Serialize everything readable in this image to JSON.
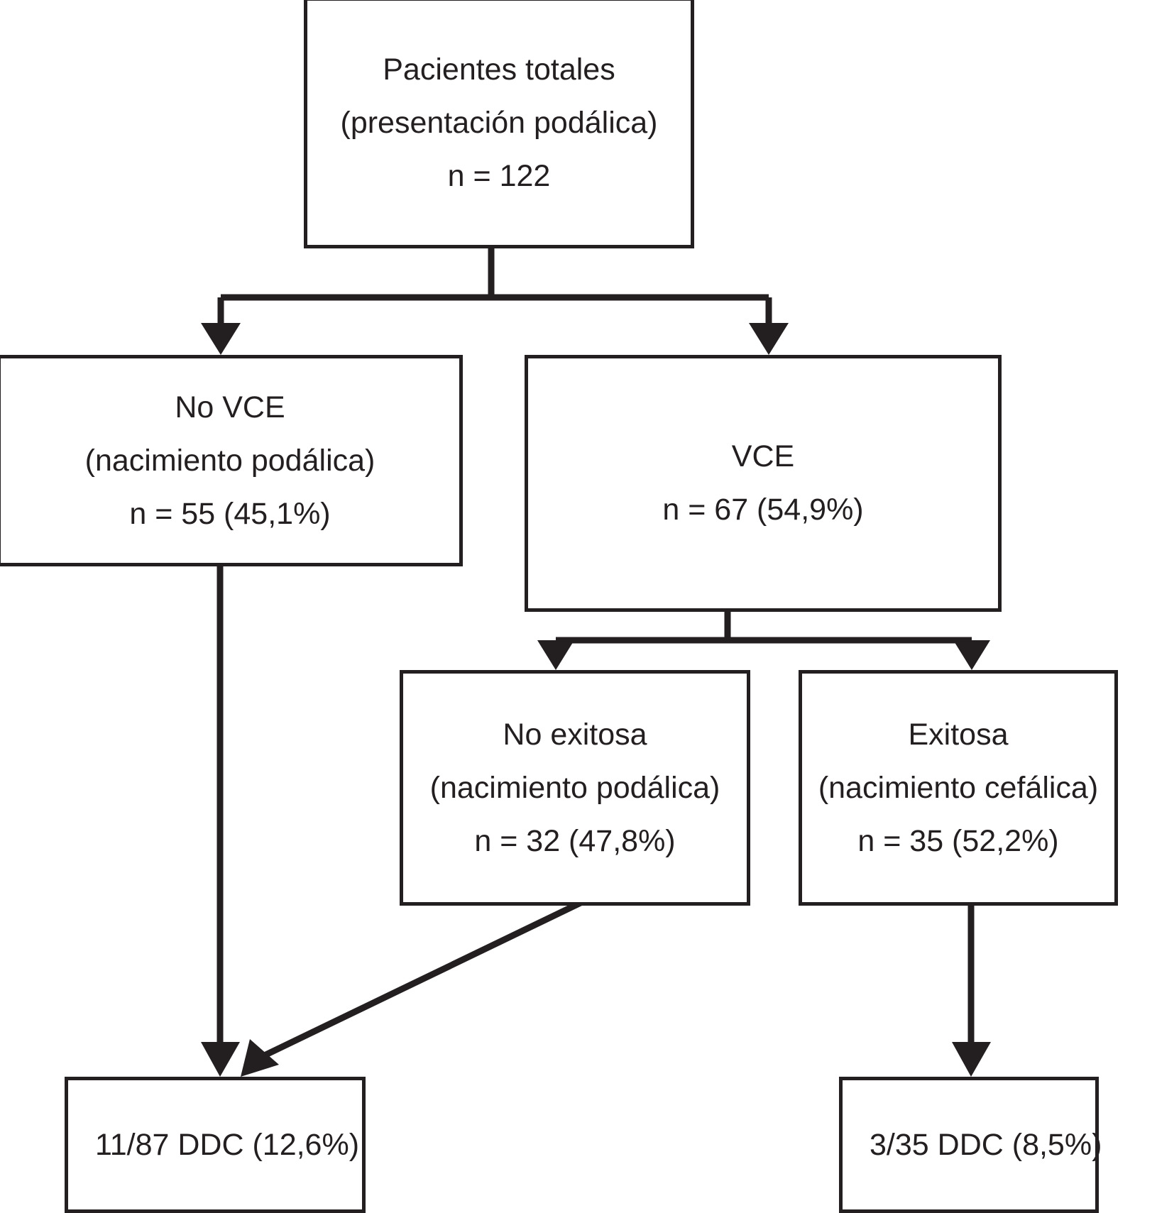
{
  "diagram": {
    "title": "Diagrama de flujo de pacientes con presentacion podalica",
    "type": "flowchart",
    "stroke_color": "#231f20",
    "background_color": "#ffffff",
    "nodes": [
      {
        "id": "total",
        "name": "pacientes-totales",
        "lines": [
          "Pacientes totales",
          "(presentación podálica)",
          "n = 122"
        ]
      },
      {
        "id": "no_vce",
        "name": "no-vce",
        "lines": [
          "No VCE",
          "(nacimiento podálica)",
          "n = 55 (45,1%)"
        ]
      },
      {
        "id": "vce",
        "name": "vce",
        "lines": [
          "VCE",
          "n = 67 (54,9%)"
        ]
      },
      {
        "id": "no_exitosa",
        "name": "no-exitosa",
        "lines": [
          "No exitosa",
          "(nacimiento podálica)",
          "n = 32 (47,8%)"
        ]
      },
      {
        "id": "exitosa",
        "name": "exitosa",
        "lines": [
          "Exitosa",
          "(nacimiento cefálica)",
          "n = 35 (52,2%)"
        ]
      },
      {
        "id": "ddc_left",
        "name": "ddc-podalica",
        "lines": [
          "11/87 DDC (12,6%)"
        ]
      },
      {
        "id": "ddc_right",
        "name": "ddc-cefalica",
        "lines": [
          "3/35 DDC (8,5%)"
        ]
      }
    ],
    "edges": [
      {
        "from": "total",
        "to": "no_vce",
        "style": "elbow-arrow"
      },
      {
        "from": "total",
        "to": "vce",
        "style": "elbow-arrow"
      },
      {
        "from": "vce",
        "to": "no_exitosa",
        "style": "elbow-arrow"
      },
      {
        "from": "vce",
        "to": "exitosa",
        "style": "elbow-arrow"
      },
      {
        "from": "no_vce",
        "to": "ddc_left",
        "style": "straight-arrow"
      },
      {
        "from": "no_exitosa",
        "to": "ddc_left",
        "style": "diagonal-arrow"
      },
      {
        "from": "exitosa",
        "to": "ddc_right",
        "style": "straight-arrow"
      }
    ]
  }
}
